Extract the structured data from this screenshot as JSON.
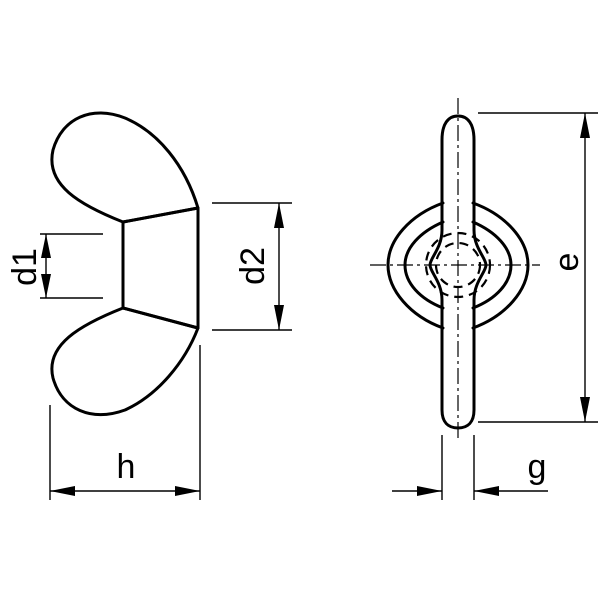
{
  "labels": {
    "d1": "d1",
    "d2": "d2",
    "h": "h",
    "e": "e",
    "g": "g"
  }
}
